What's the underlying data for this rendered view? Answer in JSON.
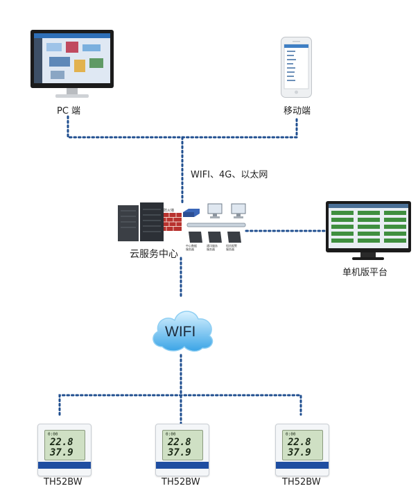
{
  "labels": {
    "pc": "PC 端",
    "mobile": "移动端",
    "network": "WIFI、4G、以太网",
    "cloud_center": "云服务中心",
    "standalone": "单机版平台",
    "wifi": "WIFI"
  },
  "firewall_label": "防火墙",
  "servers": [
    {
      "label": "中心数据\n服务器"
    },
    {
      "label": "通讯服务\n服务器"
    },
    {
      "label": "短信报警\n服务器"
    }
  ],
  "devices": [
    {
      "model": "TH52BW",
      "time": "0:00",
      "temp": "22.8",
      "hum": "37.9"
    },
    {
      "model": "TH52BW",
      "time": "0:00",
      "temp": "22.8",
      "hum": "37.9"
    },
    {
      "model": "TH52BW",
      "time": "0:00",
      "temp": "22.8",
      "hum": "37.9"
    }
  ],
  "colors": {
    "link": "#1f4e8f",
    "cloud_top": "#d9f2ff",
    "cloud_bottom": "#3aa4e6",
    "device_band": "#1f4ea1"
  },
  "icons": [
    "desktop-monitor-icon",
    "smartphone-icon",
    "server-rack-icon",
    "firewall-icon",
    "switch-icon",
    "workstation-icon",
    "cloud-icon",
    "sensor-device-icon"
  ]
}
